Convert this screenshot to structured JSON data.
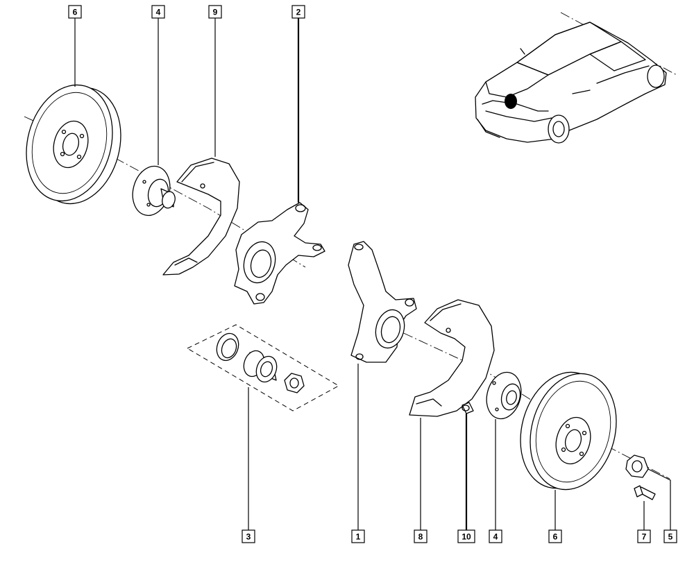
{
  "callouts": [
    {
      "id": "c6-left",
      "text": "6"
    },
    {
      "id": "c4-left",
      "text": "4"
    },
    {
      "id": "c9",
      "text": "9"
    },
    {
      "id": "c2",
      "text": "2"
    },
    {
      "id": "c3",
      "text": "3"
    },
    {
      "id": "c1",
      "text": "1"
    },
    {
      "id": "c8",
      "text": "8"
    },
    {
      "id": "c10",
      "text": "10"
    },
    {
      "id": "c4-right",
      "text": "4"
    },
    {
      "id": "c6-right",
      "text": "6"
    },
    {
      "id": "c7",
      "text": "7"
    },
    {
      "id": "c5",
      "text": "5"
    }
  ]
}
